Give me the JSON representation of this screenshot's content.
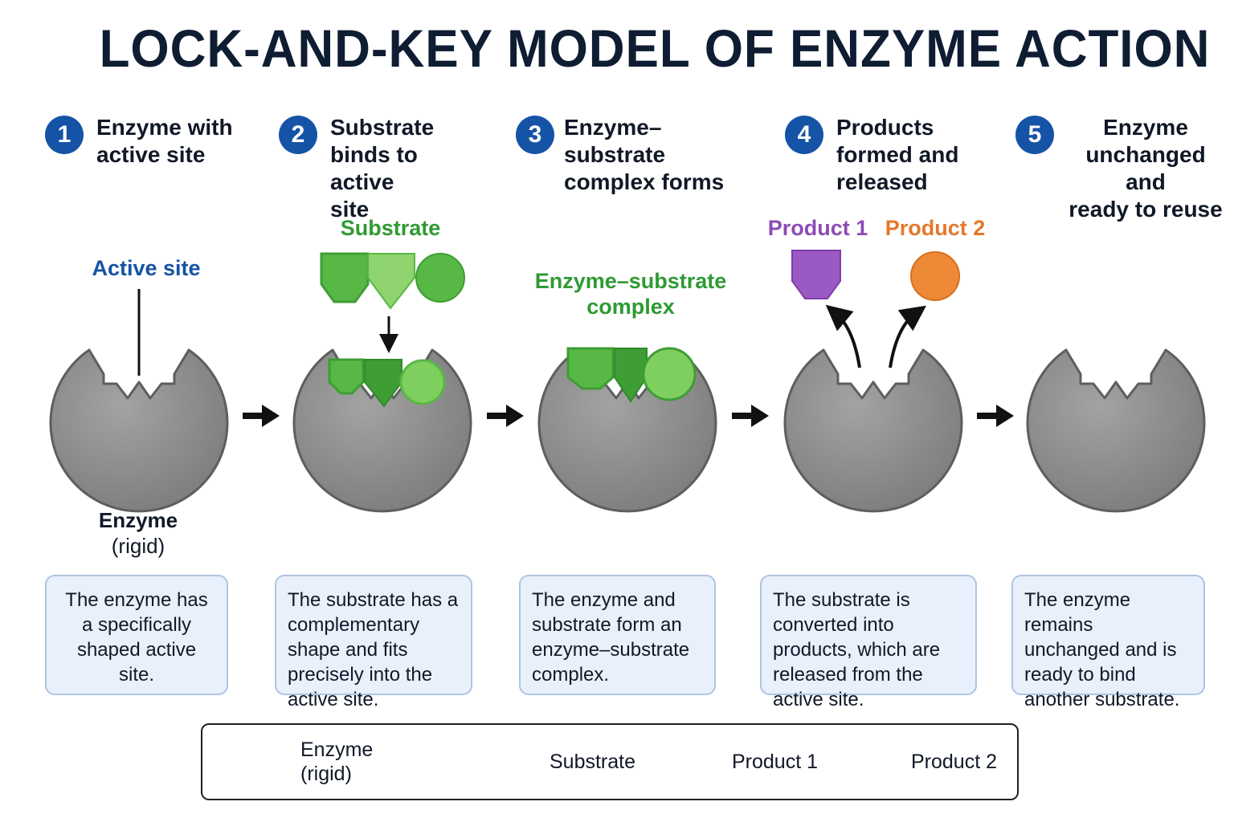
{
  "title": "LOCK-AND-KEY MODEL OF ENZYME ACTION",
  "steps": [
    {
      "number": "1",
      "title": "Enzyme with\nactive site",
      "description": "The enzyme has a specifically shaped active site."
    },
    {
      "number": "2",
      "title": "Substrate\nbinds to active\nsite",
      "description": "The substrate has a complementary shape and fits precisely into the active site."
    },
    {
      "number": "3",
      "title": "Enzyme–substrate\ncomplex forms",
      "description": "The enzyme and substrate form an enzyme–substrate complex."
    },
    {
      "number": "4",
      "title": "Products\nformed and\nreleased",
      "description": "The substrate is converted into products, which are released from the active site."
    },
    {
      "number": "5",
      "title": "Enzyme\nunchanged and\nready to reuse",
      "description": "The enzyme remains unchanged and is ready to bind another substrate."
    }
  ],
  "annotations": {
    "active_site": "Active site",
    "substrate": "Substrate",
    "complex": "Enzyme–substrate\ncomplex",
    "product1": "Product 1",
    "product2": "Product 2",
    "enzyme_name": "Enzyme",
    "enzyme_note": "(rigid)"
  },
  "legend": {
    "enzyme": "Enzyme\n(rigid)",
    "substrate": "Substrate",
    "product1": "Product 1",
    "product2": "Product 2"
  },
  "colors": {
    "enzyme": "#8a8a8a",
    "enzyme_stroke": "#5e5e5e",
    "substrate_dark": "#3f9d35",
    "substrate_light": "#7fcf5f",
    "substrate_mid": "#57b845",
    "product1": "#9b59c4",
    "product2": "#ee8a35",
    "step_badge": "#1553a6"
  }
}
